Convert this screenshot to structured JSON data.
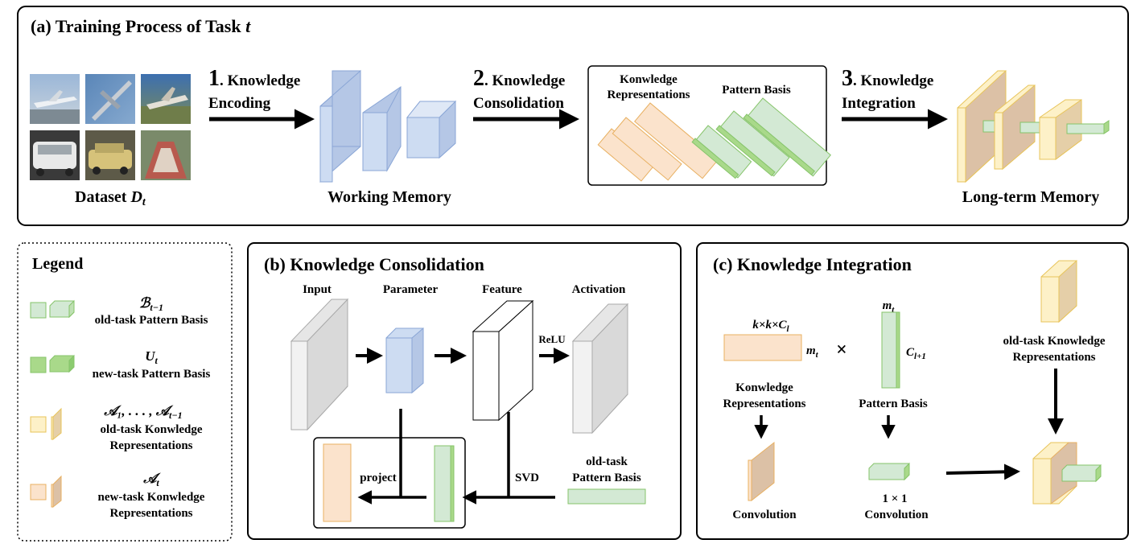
{
  "colors": {
    "blue_front": "#cddcf2",
    "blue_side": "#b5c7e6",
    "blue_stroke": "#8aa6d6",
    "orange_fill": "#fbe3cc",
    "orange_stroke": "#e8b061",
    "green_fill": "#d3e9d4",
    "green_dark": "#a9d98a",
    "green_stroke": "#86c46a",
    "yellow_front": "#fdf1c8",
    "yellow_side": "#e5cfa8",
    "yellow_stroke": "#e8c45a",
    "brown_front": "#dcc1a6",
    "gray_front": "#f2f2f2",
    "gray_side": "#d9d9d9"
  },
  "panel_a": {
    "title": "(a) Training Process of Task ",
    "title_var": "t",
    "dataset_label": "Dataset ",
    "dataset_var": "D",
    "dataset_sub": "t",
    "step1_num": "1",
    "step1_line1": ". Knowledge",
    "step1_line2": "Encoding",
    "step2_num": "2",
    "step2_line1": ". Knowledge",
    "step2_line2": "Consolidation",
    "step3_num": "3",
    "step3_line1": ". Knowledge",
    "step3_line2": "Integration",
    "working_memory": "Working Memory",
    "box_label1_line1": "Konwledge",
    "box_label1_line2": "Representations",
    "box_label2": "Pattern Basis",
    "long_term_memory": "Long-term Memory"
  },
  "legend": {
    "title": "Legend",
    "items": [
      {
        "symbol": "ℬ",
        "sub": "t−1",
        "text": "old-task Pattern Basis"
      },
      {
        "symbol": "U",
        "sub": "t",
        "text": "new-task Pattern Basis"
      },
      {
        "symbol": "𝒜₁, . . . , 𝒜",
        "sub": "t−1",
        "text_line1": "old-task Konwledge",
        "text_line2": "Representations"
      },
      {
        "symbol": "𝒜",
        "sub": "t",
        "text_line1": "new-task Konwledge",
        "text_line2": "Representations"
      }
    ]
  },
  "panel_b": {
    "title": "(b) Knowledge Consolidation",
    "input": "Input",
    "parameter": "Parameter",
    "feature": "Feature",
    "activation": "Activation",
    "relu": "ReLU",
    "project": "project",
    "svd": "SVD",
    "old_basis_line1": "old-task",
    "old_basis_line2": "Pattern Basis"
  },
  "panel_c": {
    "title": "(c) Knowledge Integration",
    "kkc": "k×k×C",
    "kkc_sub": "l",
    "mt1": "m",
    "mt1_sub": "t",
    "times": "×",
    "mt2": "m",
    "mt2_sub": "t",
    "cl1": "C",
    "cl1_sub": "l+1",
    "kr_line1": "Konwledge",
    "kr_line2": "Representations",
    "pb": "Pattern Basis",
    "conv1": "Convolution",
    "one_by_one": "1 × 1",
    "conv2": "Convolution",
    "oldkr_line1": "old-task Knowledge",
    "oldkr_line2": "Representations"
  }
}
